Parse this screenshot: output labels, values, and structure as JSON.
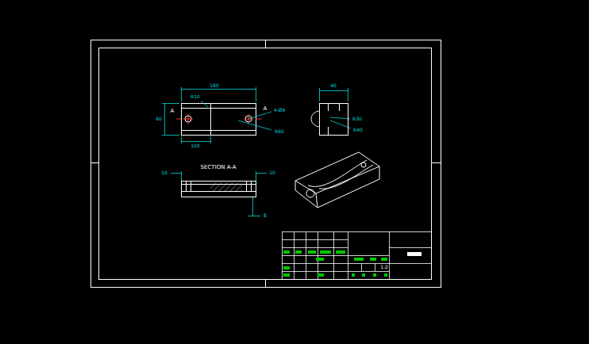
{
  "diagram": {
    "labels": [
      "A",
      "A",
      "180",
      "60",
      "100",
      "4-Ø9",
      "R10",
      "R60",
      "40",
      "R30",
      "R40",
      "SECTION A-A",
      "10",
      "10",
      "8",
      "1:2"
    ]
  }
}
